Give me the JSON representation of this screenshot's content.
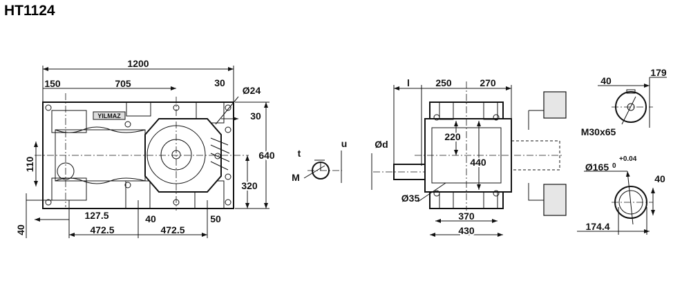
{
  "title": "HT1124",
  "front_view": {
    "brand": "YILMAZ",
    "dims": {
      "overall_length": "1200",
      "left_offset": "150",
      "shaft_distance": "705",
      "top_right": "30",
      "hole_diameter": "Ø24",
      "right_offset": "30",
      "overall_height": "640",
      "center_height": "320",
      "left_height": "110",
      "foot_height": "40",
      "foot_offset": "127.5",
      "foot_spacing_1": "472.5",
      "foot_spacing_2": "472.5",
      "mid_foot": "40",
      "right_foot": "50"
    }
  },
  "key_detail": {
    "t": "t",
    "u": "u",
    "m": "M"
  },
  "side_view": {
    "dims": {
      "shaft_diameter": "Ød",
      "shaft_length": "l",
      "left_width": "250",
      "right_width": "270",
      "half_height": "220",
      "height": "440",
      "hole": "Ø35",
      "foot_inner": "370",
      "foot_outer": "430"
    }
  },
  "shaft_details": {
    "top": {
      "key_width": "40",
      "height": "179",
      "thread": "M30x65"
    },
    "bottom": {
      "bore": "Ø165",
      "tol_upper": "+0.04",
      "tol_lower": "0",
      "key_width": "40",
      "height": "174.4"
    }
  }
}
